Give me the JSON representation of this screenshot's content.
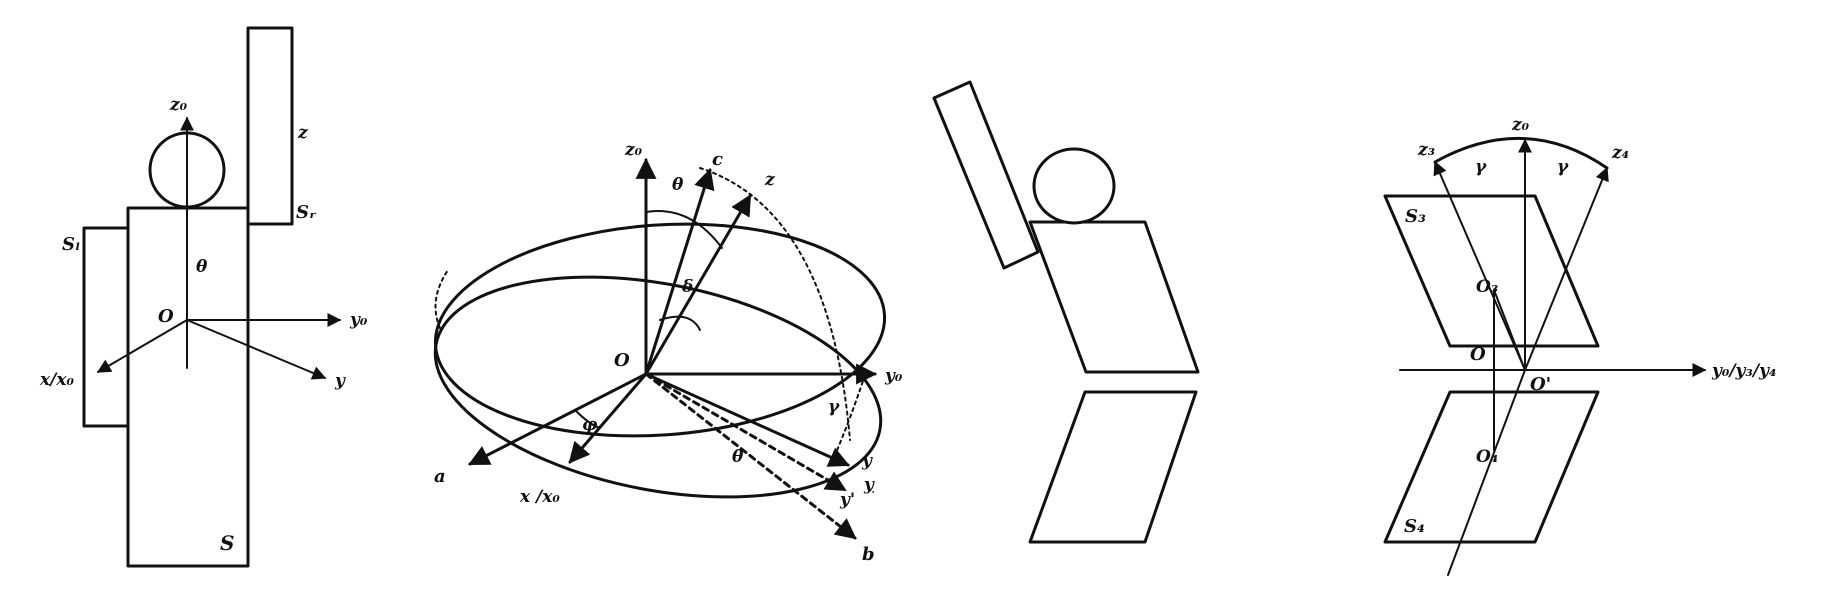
{
  "panel1": {
    "z0": "z₀",
    "theta": "θ",
    "o": "O",
    "y0": "y₀",
    "xx0": "x/x₀",
    "y": "y",
    "z": "z",
    "sr": "Sᵣ",
    "sl": "Sₗ",
    "s": "S"
  },
  "panel2": {
    "z0": "z₀",
    "theta_top": "θ",
    "c": "c",
    "z": "z",
    "delta": "δ",
    "o": "O",
    "y0": "y₀",
    "gamma": "γ",
    "y": "y",
    "y_bar": "y",
    "y_prime": "y'",
    "theta_low": "θ",
    "phi": "φ",
    "a": "a",
    "xx0": "x /x₀",
    "b": "b"
  },
  "panel4": {
    "z3": "z₃",
    "z0": "z₀",
    "z4": "z₄",
    "gamma_left": "γ",
    "gamma_right": "γ",
    "s3": "S₃",
    "o3": "O₃",
    "o": "O",
    "o_prime": "O'",
    "yaxis": "y₀/y₃/y₄",
    "o4": "O₄",
    "s4": "S₄"
  }
}
